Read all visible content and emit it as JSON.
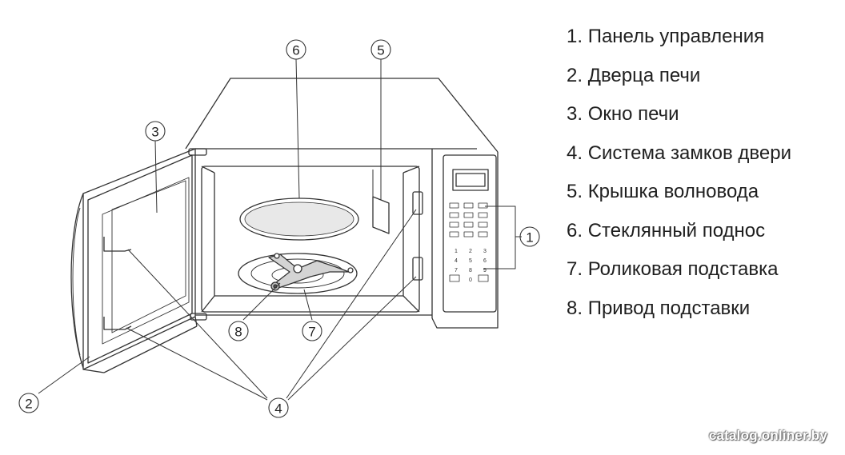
{
  "legend": [
    {
      "num": "1.",
      "label": "Панель управления"
    },
    {
      "num": "2.",
      "label": "Дверца печи"
    },
    {
      "num": "3.",
      "label": "Окно печи"
    },
    {
      "num": "4.",
      "label": "Система замков двери"
    },
    {
      "num": "5.",
      "label": "Крышка волновода"
    },
    {
      "num": "6.",
      "label": "Стеклянный поднос"
    },
    {
      "num": "7.",
      "label": "Роликовая подставка"
    },
    {
      "num": "8.",
      "label": "Привод подставки"
    }
  ],
  "callouts": [
    "1",
    "2",
    "3",
    "4",
    "5",
    "6",
    "7",
    "8"
  ],
  "keypad": {
    "digits": [
      "1",
      "2",
      "3",
      "4",
      "5",
      "6",
      "7",
      "8",
      "9",
      "0"
    ]
  },
  "watermark": "catalog.onliner.by"
}
